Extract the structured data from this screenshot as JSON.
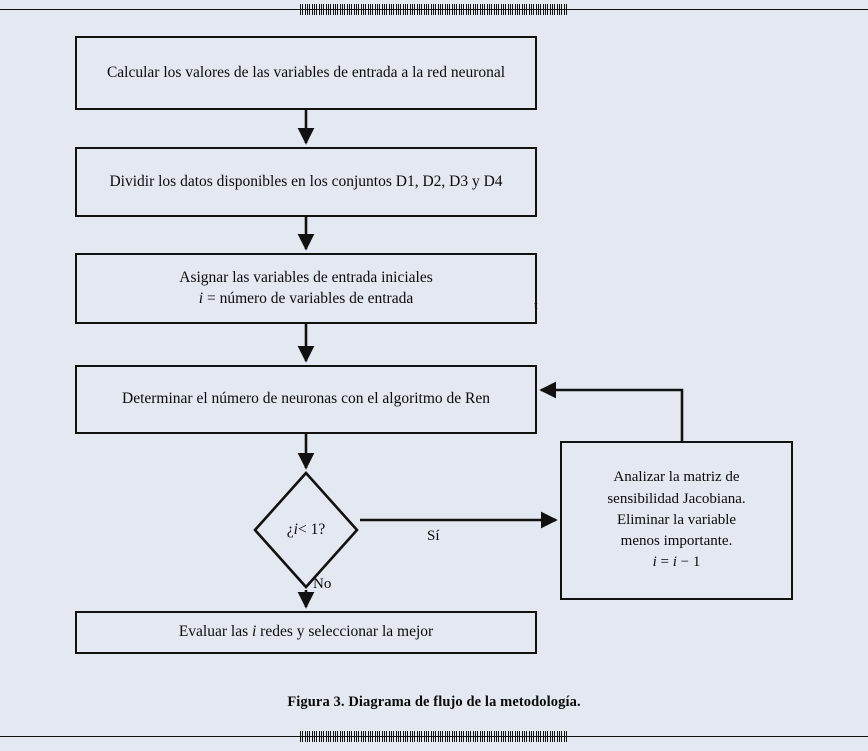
{
  "page": {
    "background_color": "#e4e8f1",
    "ink_color": "#111111",
    "caption": "Figura 3. Diagrama de flujo de la metodología."
  },
  "flowchart": {
    "type": "flowchart",
    "title": "Diagrama de flujo de la metodología",
    "nodes": [
      {
        "id": "calcular",
        "shape": "process",
        "lines": [
          "Calcular los valores de las variables de entrada a la",
          "red neuronal"
        ],
        "text": "Calcular los valores de las variables de entrada a la red neuronal"
      },
      {
        "id": "dividir",
        "shape": "process",
        "lines": [
          "Dividir los datos disponibles en los conjuntos D1, D2,",
          "D3 y D4"
        ],
        "text": "Dividir los datos disponibles en los conjuntos D1, D2, D3 y D4"
      },
      {
        "id": "asignar",
        "shape": "process",
        "lines": [
          "Asignar las variables de entrada iniciales",
          "i = número de variables de entrada"
        ],
        "line1": "Asignar las variables de entrada iniciales",
        "formula_var": "i",
        "formula_rest": " = número de variables de entrada",
        "edge_artifact": "t"
      },
      {
        "id": "determinar",
        "shape": "process",
        "lines": [
          "Determinar el número de neuronas con el algoritmo",
          "de Ren"
        ],
        "text": "Determinar el número de neuronas con el algoritmo de Ren"
      },
      {
        "id": "decision",
        "shape": "diamond",
        "prefix": "¿",
        "var": "i",
        "suffix": " < 1?",
        "text": "¿i < 1?"
      },
      {
        "id": "analizar",
        "shape": "process",
        "lines": [
          "Analizar la matriz de",
          "sensibilidad Jacobiana.",
          "Eliminar la variable",
          "menos importante."
        ],
        "formula_left": "i",
        "formula_mid": " = ",
        "formula_var2": "i",
        "formula_end": " − 1",
        "text": "Analizar la matriz de sensibilidad Jacobiana. Eliminar la variable menos importante. i = i − 1"
      },
      {
        "id": "evaluar",
        "shape": "process",
        "prefix": "Evaluar las ",
        "var": "i",
        "suffix": " redes y seleccionar la mejor",
        "text": "Evaluar las i redes y seleccionar la mejor"
      }
    ],
    "edges": [
      {
        "from": "calcular",
        "to": "dividir",
        "label": ""
      },
      {
        "from": "dividir",
        "to": "asignar",
        "label": ""
      },
      {
        "from": "asignar",
        "to": "determinar",
        "label": ""
      },
      {
        "from": "determinar",
        "to": "decision",
        "label": ""
      },
      {
        "from": "decision",
        "to": "analizar",
        "label": "Sí"
      },
      {
        "from": "decision",
        "to": "evaluar",
        "label": "No"
      },
      {
        "from": "analizar",
        "to": "determinar",
        "label": ""
      }
    ],
    "labels": {
      "yes": "Sí",
      "no": "No"
    }
  }
}
